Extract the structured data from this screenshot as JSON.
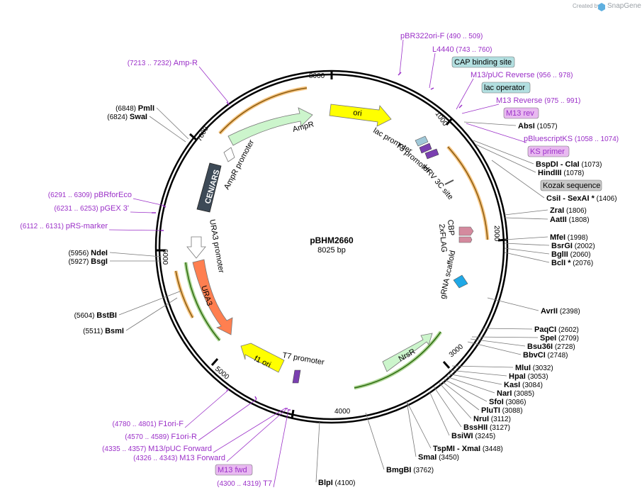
{
  "credit": {
    "created_by": "Created by",
    "brand": "SnapGene"
  },
  "plasmid": {
    "name": "pBHM2660",
    "length_label": "8025 bp"
  },
  "ticks": [
    "1000",
    "2000",
    "3000",
    "4000",
    "5000",
    "6000",
    "7000",
    "8000"
  ],
  "features": {
    "ori": "ori",
    "AmpR": "AmpR",
    "AmpR_promoter": "AmpR promoter",
    "CEN_ARS": "CEN/ARS",
    "URA3_promoter": "URA3 promoter",
    "URA3": "URA3",
    "f1_ori": "f1 ori",
    "T7_promoter": "T7 promoter",
    "NrsR": "NrsR",
    "gRNA_scaffold": "gRNA scaffold",
    "CBP": "CBP",
    "x2FLAG": "2xFLAG",
    "HRV": "HRV 3C site",
    "lac_promoter": "lac promoter",
    "T3_promoter": "T3 promoter"
  },
  "boxed": {
    "cap": "CAP binding site",
    "lacop": "lac operator",
    "m13rev": "M13 rev",
    "ksprimer": "KS primer",
    "kozak": "Kozak sequence",
    "m13fwd": "M13 fwd"
  },
  "enzymes": [
    {
      "name": "AbsI",
      "pos": "(1057)"
    },
    {
      "name": "BspDI",
      "sep": "- ClaI",
      "pos": "(1073)"
    },
    {
      "name": "HindIII",
      "pos": "(1078)"
    },
    {
      "name": "CsiI",
      "sep": "- SexAI *",
      "pos": "(1406)"
    },
    {
      "name": "ZraI",
      "pos": "(1806)"
    },
    {
      "name": "AatII",
      "pos": "(1808)"
    },
    {
      "name": "MfeI",
      "pos": "(1998)"
    },
    {
      "name": "BsrGI",
      "pos": "(2002)"
    },
    {
      "name": "BglII",
      "pos": "(2060)"
    },
    {
      "name": "BclI *",
      "pos": "(2076)"
    },
    {
      "name": "AvrII",
      "pos": "(2398)"
    },
    {
      "name": "PaqCI",
      "pos": "(2602)"
    },
    {
      "name": "SpeI",
      "pos": "(2709)"
    },
    {
      "name": "Bsu36I",
      "pos": "(2728)"
    },
    {
      "name": "BbvCI",
      "pos": "(2748)"
    },
    {
      "name": "MluI",
      "pos": "(3032)"
    },
    {
      "name": "HpaI",
      "pos": "(3053)"
    },
    {
      "name": "KasI",
      "pos": "(3084)"
    },
    {
      "name": "NarI",
      "pos": "(3085)"
    },
    {
      "name": "SfoI",
      "pos": "(3086)"
    },
    {
      "name": "PluTI",
      "pos": "(3088)"
    },
    {
      "name": "NruI",
      "pos": "(3112)"
    },
    {
      "name": "BssHII",
      "pos": "(3127)"
    },
    {
      "name": "BsiWI",
      "pos": "(3245)"
    },
    {
      "name": "TspMI",
      "sep": "- XmaI",
      "pos": "(3448)"
    },
    {
      "name": "SmaI",
      "pos": "(3450)"
    },
    {
      "name": "BmgBI",
      "pos": "(3762)"
    },
    {
      "name": "BlpI",
      "pos": "(4100)"
    },
    {
      "name": "BsmI",
      "pos": "(5511)"
    },
    {
      "name": "BstBI",
      "pos": "(5604)"
    },
    {
      "name": "BsgI",
      "pos": "(5927)"
    },
    {
      "name": "NdeI",
      "pos": "(5956)"
    },
    {
      "name": "SwaI",
      "pos": "(6824)"
    },
    {
      "name": "PmlI",
      "pos": "(6848)"
    }
  ],
  "primers": [
    {
      "name": "pBR322ori-F",
      "range": "(490 .. 509)"
    },
    {
      "name": "L4440",
      "range": "(743 .. 760)"
    },
    {
      "name": "M13/pUC Reverse",
      "range": "(956 .. 978)"
    },
    {
      "name": "M13 Reverse",
      "range": "(975 .. 991)"
    },
    {
      "name": "pBluescriptKS",
      "range": "(1058 .. 1074)"
    },
    {
      "name": "Amp-R",
      "range": "(7213 .. 7232)"
    },
    {
      "name": "pBRforEco",
      "range": "(6291 .. 6309)"
    },
    {
      "name": "pGEX 3'",
      "range": "(6231 .. 6253)"
    },
    {
      "name": "pRS-marker",
      "range": "(6112 .. 6131)"
    },
    {
      "name": "F1ori-F",
      "range": "(4780 .. 4801)"
    },
    {
      "name": "F1ori-R",
      "range": "(4570 .. 4589)"
    },
    {
      "name": "M13/pUC Forward",
      "range": "(4335 .. 4357)"
    },
    {
      "name": "M13 Forward",
      "range": "(4326 .. 4343)"
    },
    {
      "name": "T7",
      "range": "(4300 .. 4319)"
    }
  ],
  "colors": {
    "ori": "#ffff00",
    "AmpR": "#ccf5cc",
    "CEN_ARS": "#3d4a57",
    "URA3": "#ff7f50",
    "f1_ori": "#ffff00",
    "NrsR": "#ccf5cc",
    "orf_orange": "#f0a030",
    "orf_green": "#60b030",
    "primer": "#9b30c8",
    "gRNA": "#1fa8e6",
    "CBP": "#d48a9e",
    "box_blue": "#b2dfe0",
    "box_purple": "#e8b9f0",
    "box_gray": "#c8c8c8"
  }
}
